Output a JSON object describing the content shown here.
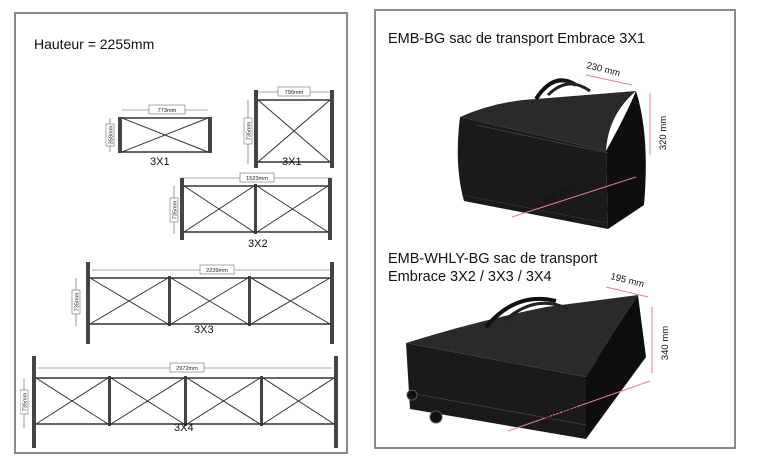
{
  "left": {
    "height_title": "Hauteur = 2255mm",
    "frames": [
      {
        "label": "3X1",
        "width": "773mm",
        "height": "358mm"
      },
      {
        "label": "3X1",
        "width": "790mm",
        "height": "735mm"
      },
      {
        "label": "3X2",
        "width": "1523mm",
        "height": "735mm"
      },
      {
        "label": "3X3",
        "width": "2239mm",
        "height": "735mm"
      },
      {
        "label": "3X4",
        "width": "2972mm",
        "height": "735mm"
      }
    ]
  },
  "right": {
    "bag1": {
      "title": "EMB-BG sac de transport Embrace 3X1",
      "dims": {
        "depth": "230 mm",
        "height": "320 mm",
        "length": "835 mm"
      }
    },
    "bag2": {
      "title_line1": "EMB-WHLY-BG sac de transport",
      "title_line2": "Embrace 3X2 / 3X3 / 3X4",
      "dims": {
        "depth": "195 mm",
        "height": "340 mm",
        "length": "910 mm"
      }
    }
  },
  "colors": {
    "panel_border": "#8a8a8a",
    "frame": "#333333",
    "dimension_line": "#e6808a",
    "bag": "#111111"
  }
}
